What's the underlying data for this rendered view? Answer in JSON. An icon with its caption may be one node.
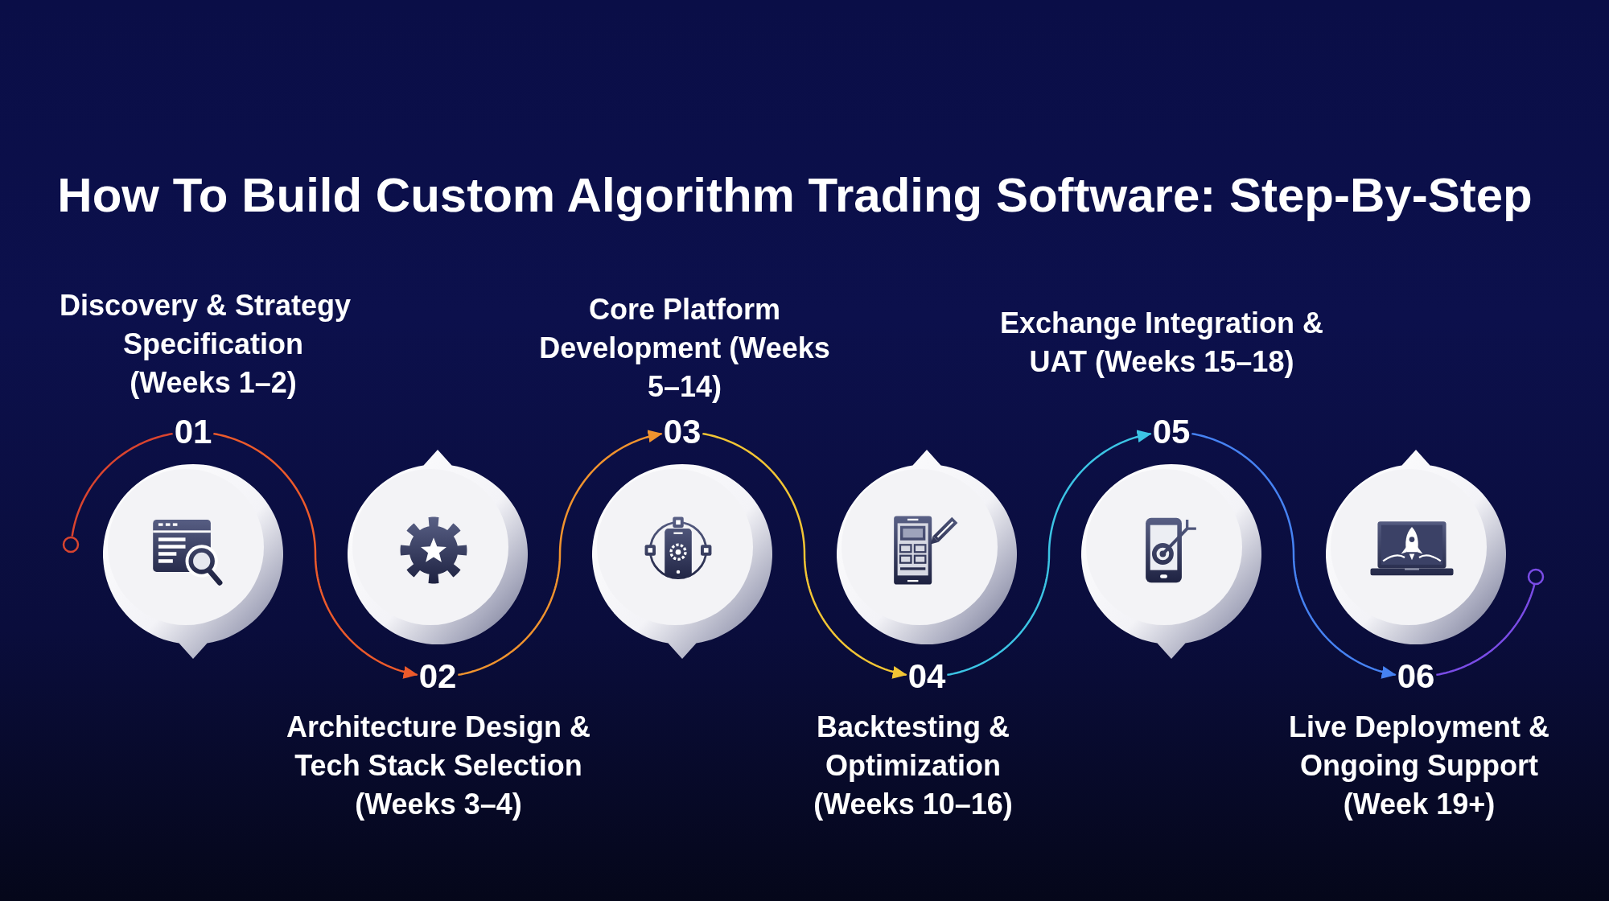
{
  "diagram": {
    "title": "How To Build Custom Algorithm Trading Software: Step-By-Step",
    "nodes": [
      {
        "text": [],
        "shape": "circle"
      },
      {
        "text": [
          "01"
        ],
        "beside": [
          "Discovery & Strategy Specification (Weeks 1–2)"
        ]
      },
      {
        "text": [],
        "shape": "circle"
      },
      {
        "text": [
          "02"
        ],
        "beside": [
          "Architecture Design & Tech Stack Selection (Weeks 3–4)"
        ]
      },
      {
        "text": [],
        "shape": "circle"
      },
      {
        "text": [
          "03"
        ],
        "beside": [
          "Core Platform Development (Weeks 5–14)"
        ]
      },
      {
        "text": [],
        "shape": "circle"
      },
      {
        "text": [
          "04"
        ],
        "beside": [
          "Backtesting & Optimization (Weeks 10–16)"
        ]
      },
      {
        "text": [],
        "shape": "circle"
      },
      {
        "text": [
          "05"
        ],
        "beside": [
          "Exchange Integration & UAT (Weeks 15–18)"
        ]
      },
      {
        "text": [],
        "shape": "circle"
      },
      {
        "text": [
          "06"
        ],
        "beside": [
          "Live Deployment & Ongoing Support (Week 19+)"
        ]
      },
      {
        "text": [],
        "shape": "circle"
      },
      {
        "text": [],
        "shape": "circle"
      }
    ],
    "edges": [
      {
        "from": 0,
        "to": 1,
        "arrow": "none",
        "color": "#d9442f"
      },
      {
        "from": 1,
        "to": 3,
        "arrow": "to",
        "color": "#ec5a2b"
      },
      {
        "from": 3,
        "to": 5,
        "arrow": "to",
        "color": "#f0932e"
      },
      {
        "from": 5,
        "to": 7,
        "arrow": "to",
        "color": "#f2c534"
      },
      {
        "from": 7,
        "to": 9,
        "arrow": "to",
        "color": "#3cc4e4"
      },
      {
        "from": 9,
        "to": 11,
        "arrow": "to",
        "color": "#4682f2"
      },
      {
        "from": 11,
        "to": 13,
        "arrow": "none",
        "color": "#7a4ce6"
      }
    ]
  }
}
